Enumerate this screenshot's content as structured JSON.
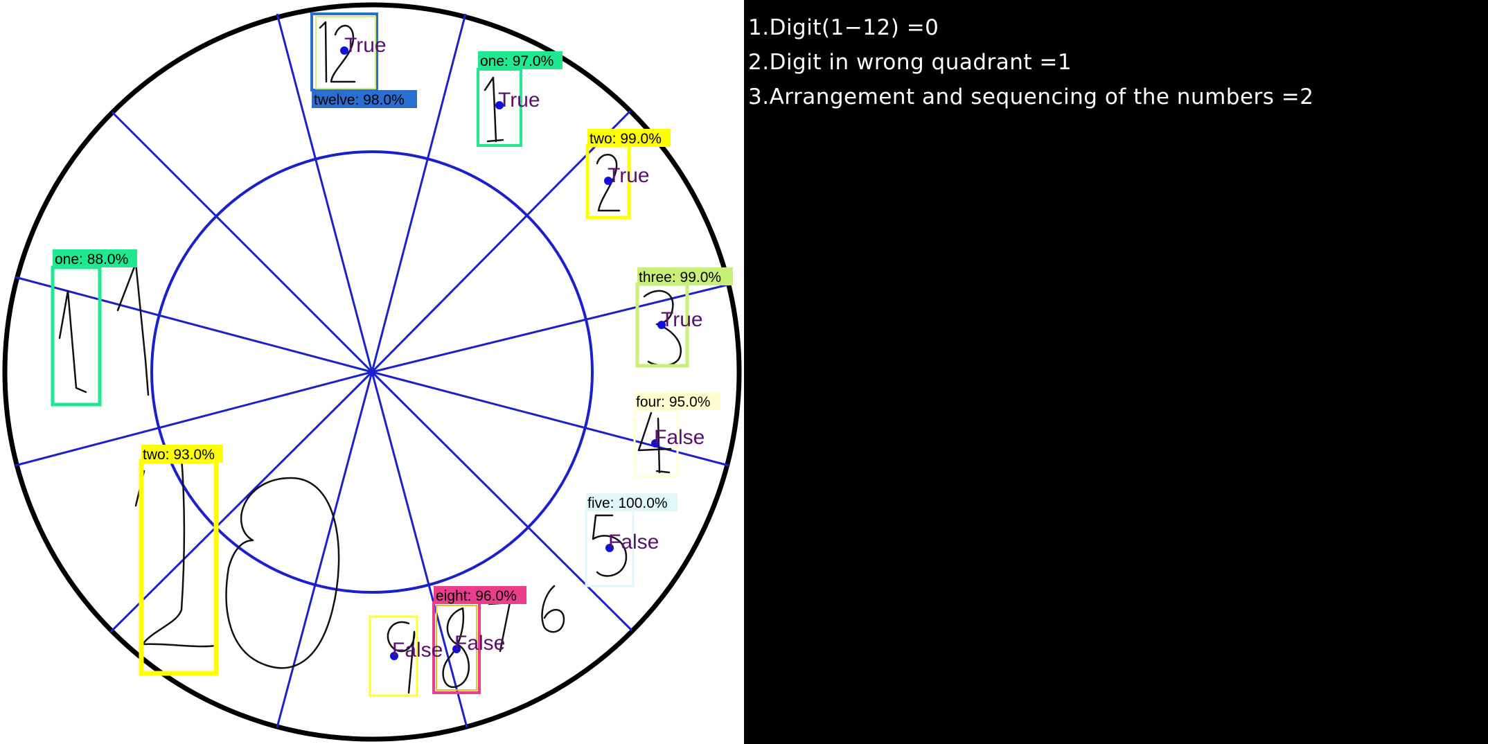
{
  "scores": [
    {
      "id": "digit_1_12",
      "text": "1.Digit(1−12) =0"
    },
    {
      "id": "wrong_quadrant",
      "text": "2.Digit in wrong quadrant =1"
    },
    {
      "id": "arrangement",
      "text": "3.Arrangement and sequencing of the numbers =2"
    }
  ],
  "detections": [
    {
      "label": "twelve: 98.0%",
      "color": "#2a6fd0",
      "verdict": "True"
    },
    {
      "label": "one: 97.0%",
      "color": "#20e890",
      "verdict": "True"
    },
    {
      "label": "two: 99.0%",
      "color": "#ffff00",
      "verdict": "True"
    },
    {
      "label": "three: 99.0%",
      "color": "#c8f078",
      "verdict": "True"
    },
    {
      "label": "four: 95.0%",
      "color": "#ffffd0",
      "verdict": "False"
    },
    {
      "label": "five: 100.0%",
      "color": "#e0f8fc",
      "verdict": "False"
    },
    {
      "label": "eight: 96.0%",
      "color": "#e83e8c",
      "verdict": "False"
    },
    {
      "label": "",
      "color": "#ffff30",
      "verdict": "False"
    },
    {
      "label": "one: 88.0%",
      "color": "#20e890",
      "verdict": ""
    },
    {
      "label": "two: 93.0%",
      "color": "#ffff00",
      "verdict": ""
    }
  ],
  "colors": {
    "guide": "#1a20cc",
    "outline": "#000000",
    "dot": "#1010dd",
    "verdict": "#5a1070"
  }
}
